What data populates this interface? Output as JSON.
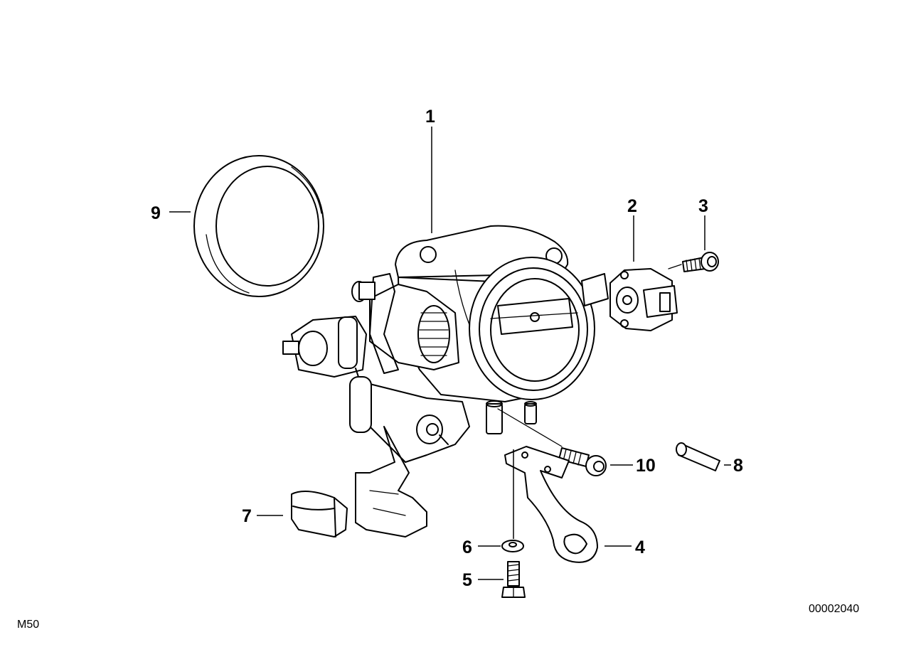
{
  "diagram": {
    "model_label": "M50",
    "drawing_number": "00002040",
    "callouts": {
      "c1": "1",
      "c2": "2",
      "c3": "3",
      "c4": "4",
      "c5": "5",
      "c6": "6",
      "c7": "7",
      "c8": "8",
      "c9": "9",
      "c10": "10"
    }
  }
}
